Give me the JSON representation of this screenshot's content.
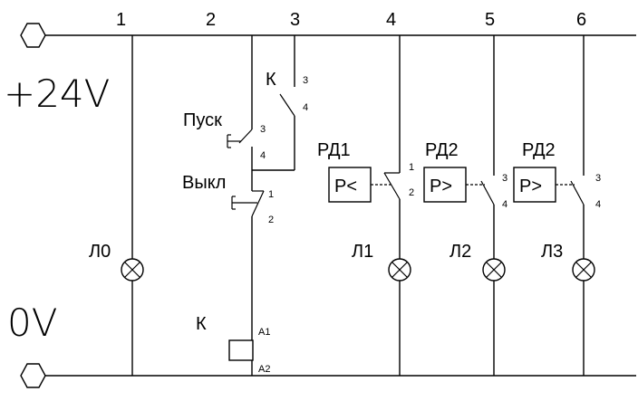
{
  "nodes": [
    "1",
    "2",
    "3",
    "4",
    "5",
    "6"
  ],
  "supply": {
    "positive": "+24V",
    "negative": "0V"
  },
  "coil": {
    "label": "К",
    "pin_top": "A1",
    "pin_bottom": "A2"
  },
  "contact_k": {
    "label": "К",
    "pin_a": "3",
    "pin_b": "4"
  },
  "button_start": {
    "label": "Пуск",
    "pin_a": "3",
    "pin_b": "4"
  },
  "button_stop": {
    "label": "Выкл",
    "pin_a": "1",
    "pin_b": "2"
  },
  "relays": [
    {
      "label": "РД1",
      "symbol": "Р<",
      "pin_a": "1",
      "pin_b": "2"
    },
    {
      "label": "РД2",
      "symbol": "Р>",
      "pin_a": "3",
      "pin_b": "4"
    },
    {
      "label": "РД2",
      "symbol": "Р>",
      "pin_a": "3",
      "pin_b": "4"
    }
  ],
  "lamps": [
    "Л0",
    "Л1",
    "Л2",
    "Л3"
  ]
}
